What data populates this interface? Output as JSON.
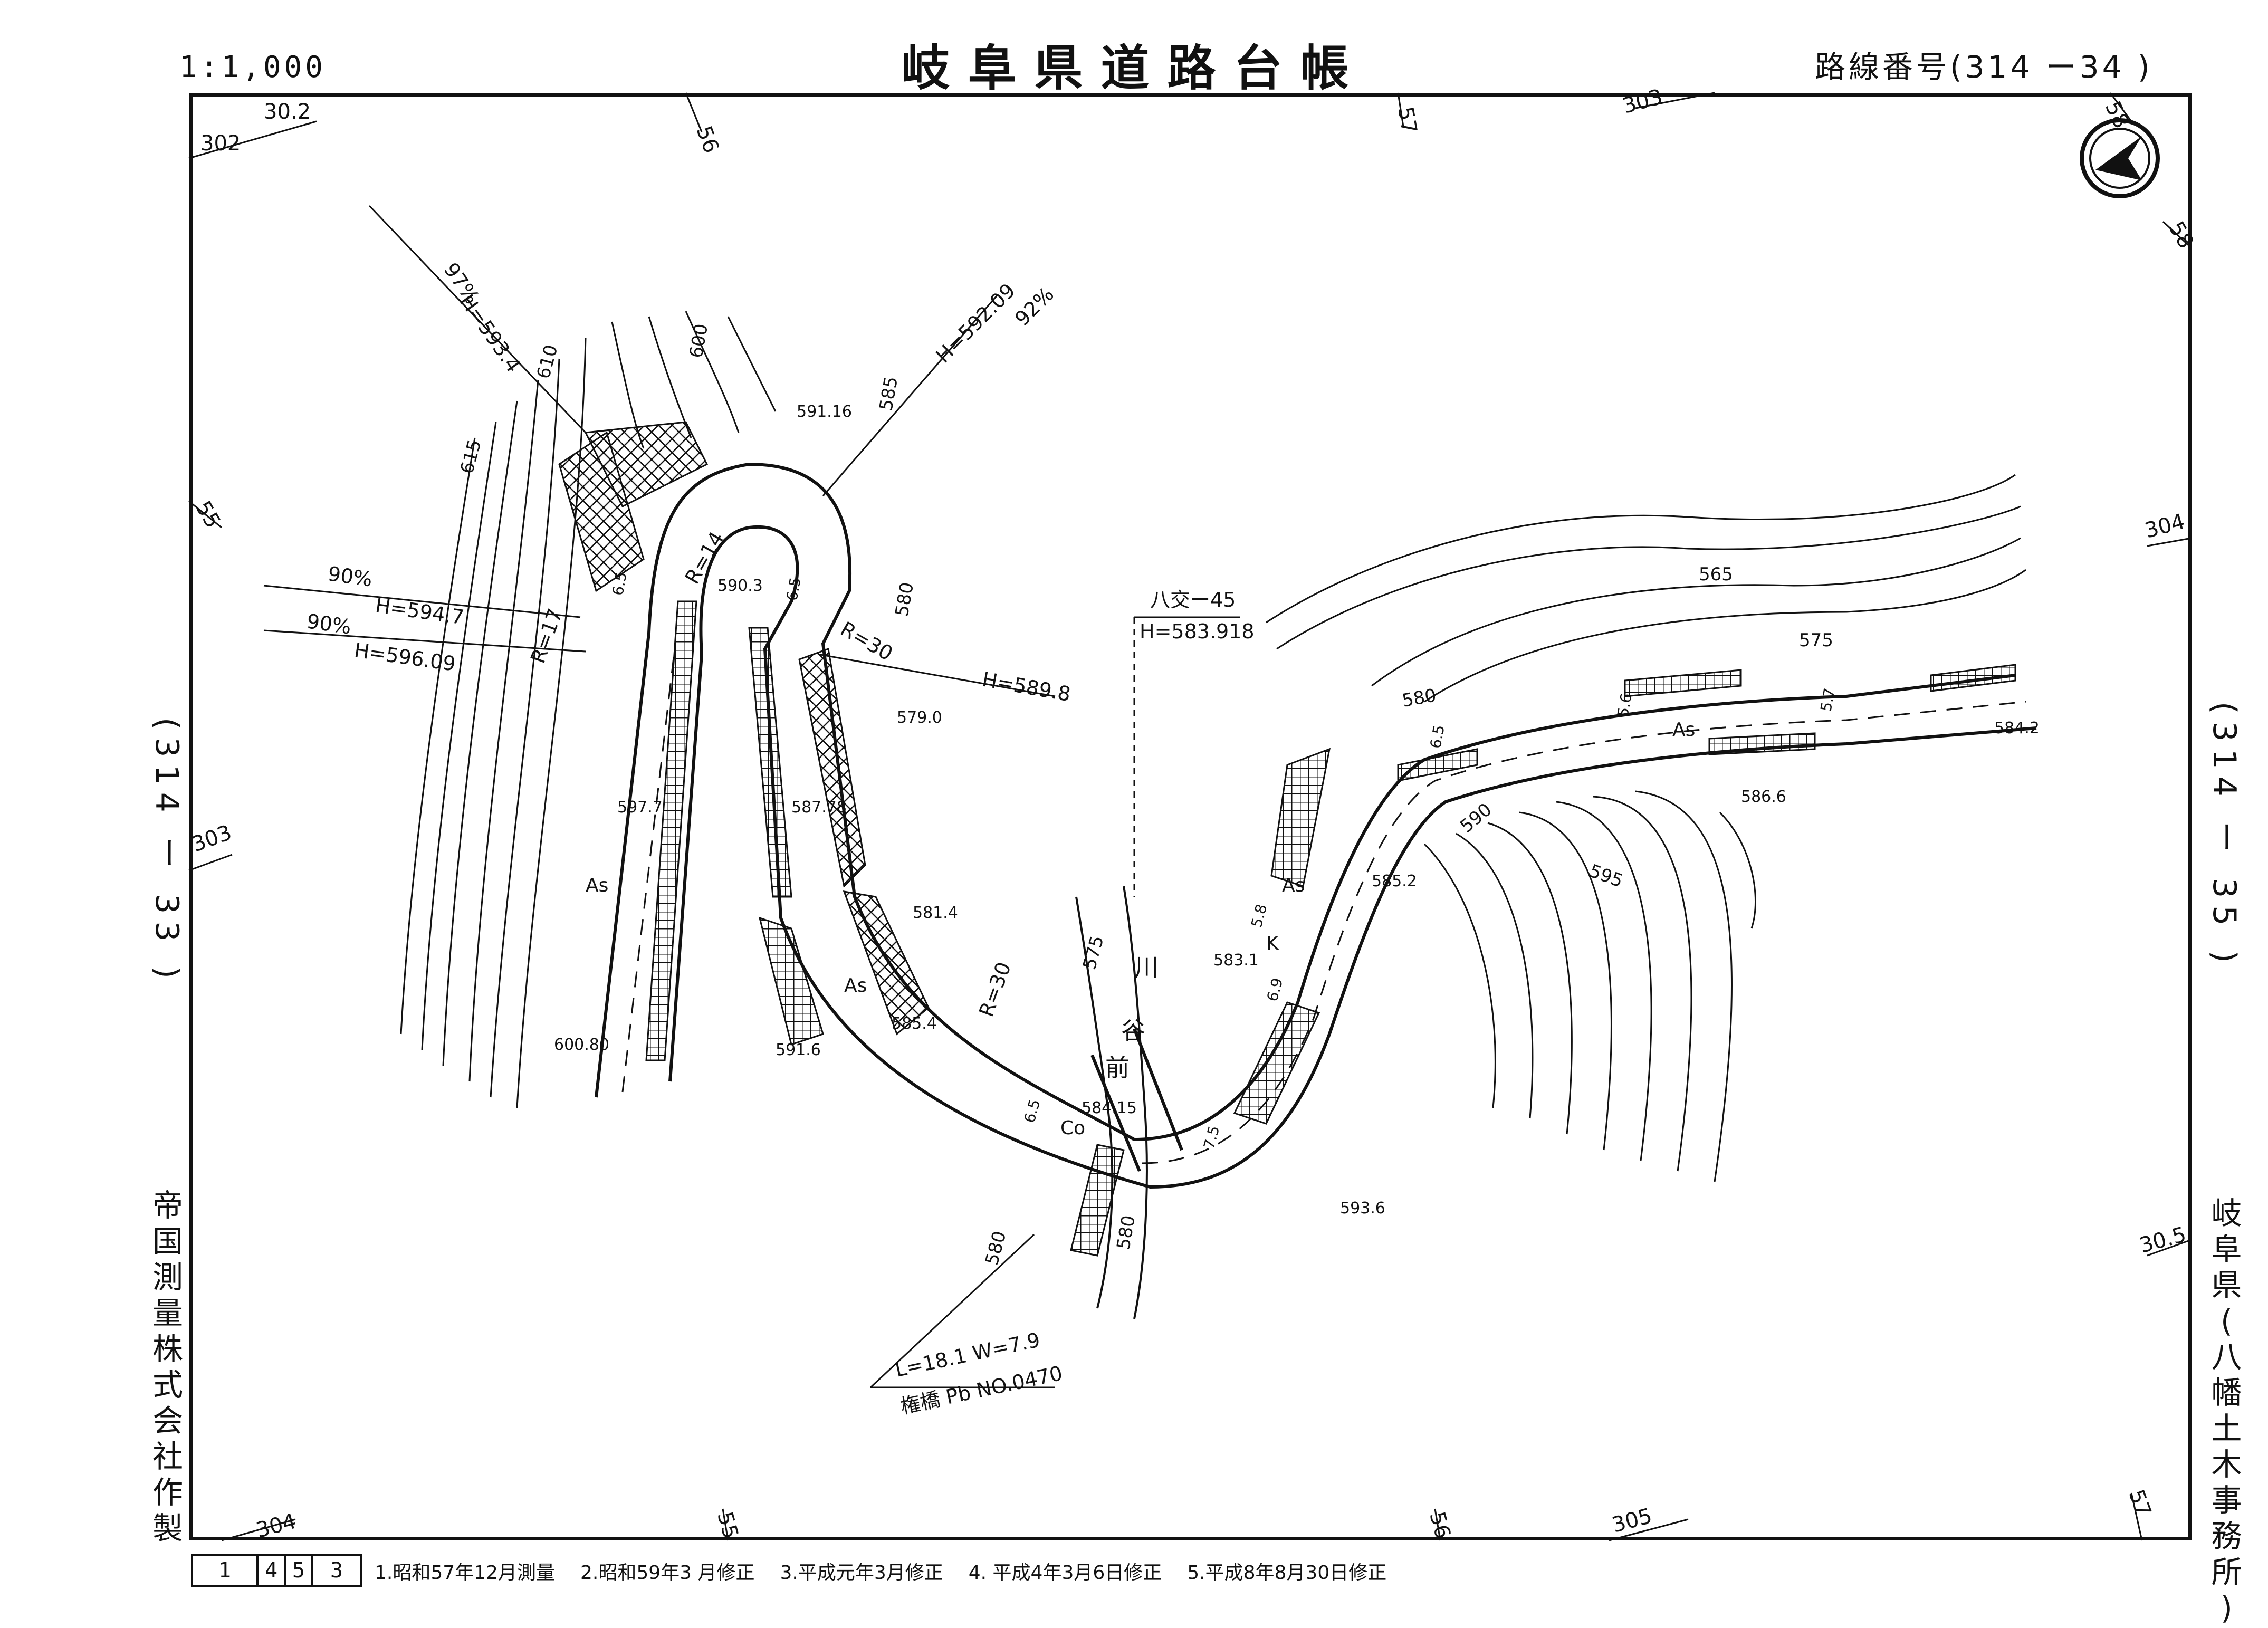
{
  "header": {
    "scale": "1:1,000",
    "title": "岐阜県道路台帳",
    "route_label": "路線番号(314 ー34 )"
  },
  "sides": {
    "left_route": "(314 ー 33 )",
    "right_route": "(314 ー 35 )",
    "maker": [
      "帝",
      "国",
      "測",
      "量",
      "株",
      "式",
      "会",
      "社",
      "作",
      "製"
    ],
    "office": [
      "岐",
      "阜",
      "県",
      "(",
      "八",
      "幡",
      "土",
      "木",
      "事",
      "務",
      "所",
      ")"
    ]
  },
  "footer": {
    "sheet_numbers": [
      "1",
      "4",
      "5",
      "3"
    ],
    "revisions": [
      "1.昭和57年12月測量",
      "2.昭和59年3 月修正",
      "3.平成元年3月修正",
      "4. 平成4年3月6日修正",
      "5.平成8年8月30日修正"
    ]
  },
  "map": {
    "grid_labels": {
      "top_302_2": "302",
      "top_302_b": "30.2",
      "top_56": "56",
      "top_57": "57",
      "top_303": "303",
      "top_58": "58",
      "right_58": "58",
      "right_304": "304",
      "left_55": "55",
      "left_303": "303",
      "bottom_304": "304",
      "bottom_55": "55",
      "bottom_56": "56",
      "bottom_305": "305",
      "bottom_57": "57",
      "right_305": "30.5"
    },
    "annotations": {
      "h_593_4": "H=593.4",
      "pct_97": "97%",
      "h_592_09": "H=592.09",
      "pct_92": "92%",
      "h_594_7": "H=594.7",
      "pct_90a": "90%",
      "h_596_09": "H=596.09",
      "pct_90b": "90%",
      "h_589_8": "H=589.8",
      "ko_45": "八交ー45",
      "h_583_918": "H=583.918",
      "bridge_lw": "L=18.1 W=7.9",
      "bridge_name": "権橋 Pb NO.0470",
      "r14": "R=14",
      "r17": "R=17",
      "r30a": "R=30",
      "r30b": "R=30"
    },
    "contours": {
      "c615": "615",
      "c610": "610",
      "c600": "600",
      "c585": "585",
      "c580a": "580",
      "c565": "565",
      "c575a": "575",
      "c580b": "580",
      "c590": "590",
      "c595": "595",
      "c575b": "575",
      "c580c": "580",
      "c580d": "580"
    },
    "spot_heights": {
      "s591_16": "591.16",
      "s590_3": "590.3",
      "s579_0": "579.0",
      "s587_78": "587.78",
      "s597_7": "597.7",
      "s581_4": "581.4",
      "s585_4": "585.4",
      "s591_6": "591.6",
      "s600_80": "600.80",
      "s584_15": "584.15",
      "s583_1": "583.1",
      "s585_2": "585.2",
      "s586_6": "586.6",
      "s584_2": "584.2",
      "s593_6": "593.6"
    },
    "surface_labels": {
      "as1": "As",
      "as2": "As",
      "as3": "As",
      "as4": "As",
      "co": "Co",
      "k": "K"
    },
    "river": {
      "char1": "前",
      "char2": "谷",
      "char3": "川"
    },
    "widths": {
      "w65a": "6.5",
      "w65b": "6.5",
      "w65c": "6.5",
      "w56": "5.6",
      "w57": "5.7",
      "w65d": "6.5",
      "w69": "6.9",
      "w75": "7.5",
      "w58": "5.8"
    }
  }
}
